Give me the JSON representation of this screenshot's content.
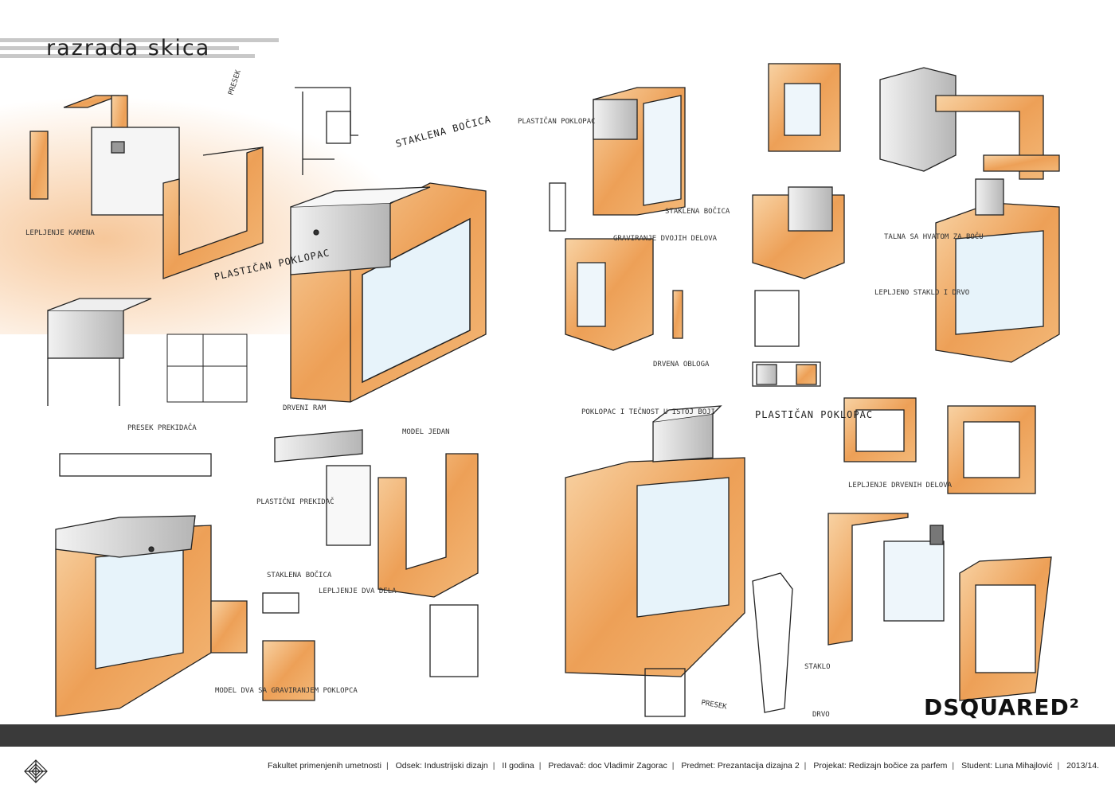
{
  "header": {
    "title": "razrada skica"
  },
  "annotations": {
    "presek": "PRESEK",
    "staklena_bocica": "STAKLENA BOČICA",
    "plastican_poklopac": "PLASTIČAN POKLOPAC",
    "drveni_ram": "DRVENI RAM",
    "lepljenje_kamena": "LEPLJENJE KAMENA",
    "presek_prekidaca": "PRESEK PREKIDAČA",
    "model_jedan": "MODEL JEDAN",
    "plasticni_prekidac": "PLASTIČNI PREKIDAČ",
    "staklena_bocica_2": "STAKLENA BOČICA",
    "lepljenje_dva_dela": "LEPLJENJE DVA DELA",
    "model_dva": "MODEL DVA SA GRAVIRANJEM POKLOPCA",
    "plastican_poklopac_r": "PLASTIČAN POKLOPAC",
    "staklena_bocica_r": "STAKLENA BOČICA",
    "graviranje": "GRAVIRANJE DVOJIH DELOVA",
    "drvena_obloga": "DRVENA OBLOGA",
    "talna_sa": "TALNA SA HVATOM ZA BOČU",
    "lepljeno": "LEPLJENO STAKLO I DRVO",
    "poklopac_tecnost": "POKLOPAC I TEČNOST U ISTOJ BOJI",
    "plastican_poklopac_b": "PLASTIČAN POKLOPAC",
    "lepljenje_drvenih": "LEPLJENJE DRVENIH DELOVA",
    "staklo": "STAKLO",
    "drvo": "DRVO",
    "presek_b": "PRESEK"
  },
  "brand": {
    "logo_text": "DSQUARED²"
  },
  "footer": {
    "items": [
      "Fakultet primenjenih umetnosti",
      "Odsek: Industrijski dizajn",
      "II godina",
      "Predavač: doc Vladimir Zagorac",
      "Predmet: Prezantacija dizajna 2",
      "Projekat: Redizajn bočice za parfem",
      "Student: Luna Mihajlović",
      "2013/14."
    ]
  },
  "colors": {
    "wood": "#e9973f",
    "wood_light": "#f6c48a",
    "glass": "#a9d3ea",
    "grey": "#bdbdbd",
    "footer_bar": "#3a3a3a"
  }
}
